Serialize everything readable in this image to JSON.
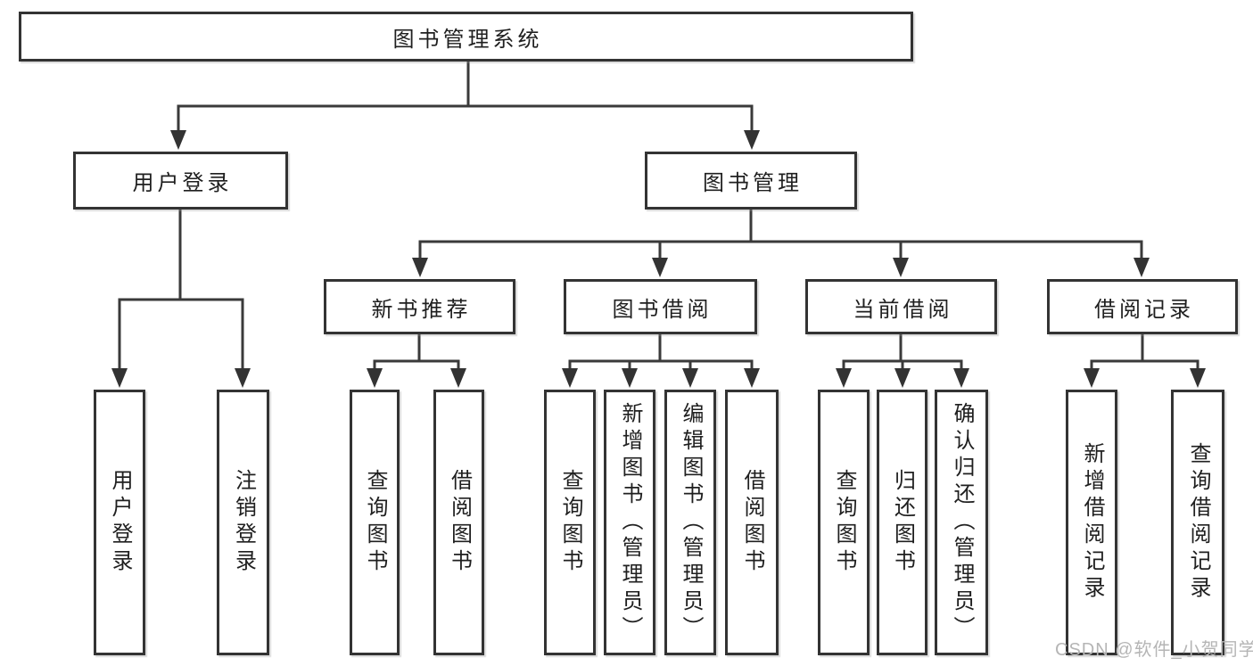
{
  "colors": {
    "line": "#3a3a3a",
    "box_border": "#333333",
    "text": "#1f1f1f",
    "background": "#ffffff",
    "watermark_text": "#b5b5b5"
  },
  "diagram": {
    "root": {
      "label": "图书管理系统"
    },
    "branches": [
      {
        "label": "用户登录"
      },
      {
        "label": "图书管理"
      }
    ],
    "modules": [
      {
        "label": "新书推荐",
        "parent": "图书管理"
      },
      {
        "label": "图书借阅",
        "parent": "图书管理"
      },
      {
        "label": "当前借阅",
        "parent": "图书管理"
      },
      {
        "label": "借阅记录",
        "parent": "图书管理"
      }
    ],
    "leaves": [
      {
        "label": "用户登录",
        "parent": "用户登录"
      },
      {
        "label": "注销登录",
        "parent": "用户登录"
      },
      {
        "label": "查询图书",
        "parent": "新书推荐"
      },
      {
        "label": "借阅图书",
        "parent": "新书推荐"
      },
      {
        "label": "查询图书",
        "parent": "图书借阅"
      },
      {
        "label": "新增图书（管理员）",
        "parent": "图书借阅"
      },
      {
        "label": "编辑图书（管理员）",
        "parent": "图书借阅"
      },
      {
        "label": "借阅图书",
        "parent": "图书借阅"
      },
      {
        "label": "查询图书",
        "parent": "当前借阅"
      },
      {
        "label": "归还图书",
        "parent": "当前借阅"
      },
      {
        "label": "确认归还（管理员）",
        "parent": "当前借阅"
      },
      {
        "label": "新增借阅记录",
        "parent": "借阅记录"
      },
      {
        "label": "查询借阅记录",
        "parent": "借阅记录"
      }
    ]
  },
  "watermark": {
    "text": "CSDN @软件_小贺同学"
  }
}
